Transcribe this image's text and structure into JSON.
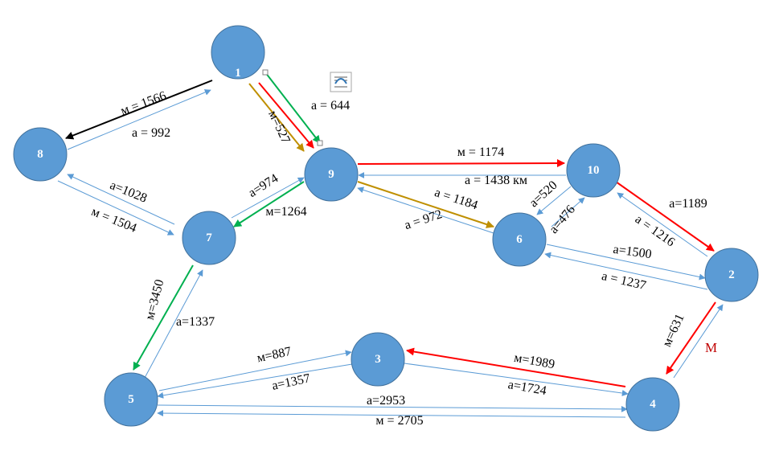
{
  "colors": {
    "node_fill": "#5b9bd5",
    "node_stroke": "#41719c",
    "blue": "#5b9bd5",
    "red": "#ff0000",
    "green": "#00b050",
    "gold": "#bf8f00",
    "black": "#000000",
    "accent_text": "#c00000"
  },
  "nodes": [
    {
      "id": "1",
      "label": "1"
    },
    {
      "id": "2",
      "label": "2"
    },
    {
      "id": "3",
      "label": "3"
    },
    {
      "id": "4",
      "label": "4"
    },
    {
      "id": "5",
      "label": "5"
    },
    {
      "id": "6",
      "label": "6"
    },
    {
      "id": "7",
      "label": "7"
    },
    {
      "id": "8",
      "label": "8"
    },
    {
      "id": "9",
      "label": "9"
    },
    {
      "id": "10",
      "label": "10"
    }
  ],
  "edges": [
    {
      "from": "1",
      "to": "8",
      "color": "black",
      "label": "м = 1566"
    },
    {
      "from": "8",
      "to": "1",
      "color": "blue",
      "label": "а = 992"
    },
    {
      "from": "1",
      "to": "9",
      "color": "gold",
      "label": "м=527"
    },
    {
      "from": "1",
      "to": "9",
      "color": "red",
      "label": ""
    },
    {
      "from": "1",
      "to": "9",
      "color": "green",
      "label": "а = 644"
    },
    {
      "from": "7",
      "to": "8",
      "color": "blue",
      "label": "а=1028"
    },
    {
      "from": "8",
      "to": "7",
      "color": "blue",
      "label": "м = 1504"
    },
    {
      "from": "7",
      "to": "9",
      "color": "blue",
      "label": "а=974"
    },
    {
      "from": "9",
      "to": "7",
      "color": "green",
      "label": "м=1264"
    },
    {
      "from": "9",
      "to": "10",
      "color": "red",
      "label": "м = 1174"
    },
    {
      "from": "10",
      "to": "9",
      "color": "blue",
      "label": "а = 1438 км"
    },
    {
      "from": "9",
      "to": "6",
      "color": "gold",
      "label": "а = 1184"
    },
    {
      "from": "6",
      "to": "9",
      "color": "blue",
      "label": "а = 972"
    },
    {
      "from": "10",
      "to": "6",
      "color": "blue",
      "label": "а=520"
    },
    {
      "from": "6",
      "to": "10",
      "color": "blue",
      "label": "а=476"
    },
    {
      "from": "10",
      "to": "2",
      "color": "red",
      "label": "а=1189"
    },
    {
      "from": "2",
      "to": "10",
      "color": "blue",
      "label": "а = 1216"
    },
    {
      "from": "6",
      "to": "2",
      "color": "blue",
      "label": "а=1500"
    },
    {
      "from": "2",
      "to": "6",
      "color": "blue",
      "label": "а = 1237"
    },
    {
      "from": "2",
      "to": "4",
      "color": "red",
      "label": "м=631"
    },
    {
      "from": "4",
      "to": "2",
      "color": "blue",
      "label": ""
    },
    {
      "from": "7",
      "to": "5",
      "color": "green",
      "label": "м=3450"
    },
    {
      "from": "5",
      "to": "7",
      "color": "blue",
      "label": "а=1337"
    },
    {
      "from": "5",
      "to": "3",
      "color": "blue",
      "label": "м=887"
    },
    {
      "from": "3",
      "to": "5",
      "color": "blue",
      "label": "а=1357"
    },
    {
      "from": "4",
      "to": "3",
      "color": "red",
      "label": "м=1989"
    },
    {
      "from": "3",
      "to": "4",
      "color": "blue",
      "label": "а=1724"
    },
    {
      "from": "5",
      "to": "4",
      "color": "blue",
      "label": "а=2953"
    },
    {
      "from": "4",
      "to": "5",
      "color": "blue",
      "label": "м = 2705"
    }
  ],
  "extra_labels": [
    {
      "id": "m-near-2",
      "text": "М",
      "color": "accent_text"
    }
  ],
  "icons": [
    {
      "id": "text-wrap-icon",
      "name": "text-wrap-icon"
    }
  ]
}
